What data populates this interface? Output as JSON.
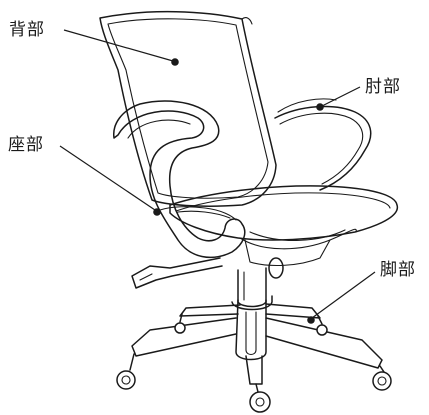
{
  "diagram": {
    "parts": [
      {
        "id": "back",
        "label": "背部"
      },
      {
        "id": "armrest",
        "label": "肘部"
      },
      {
        "id": "seat",
        "label": "座部"
      },
      {
        "id": "leg",
        "label": "脚部"
      }
    ],
    "colors": {
      "line": "#1a1a1a",
      "background": "#ffffff"
    }
  }
}
